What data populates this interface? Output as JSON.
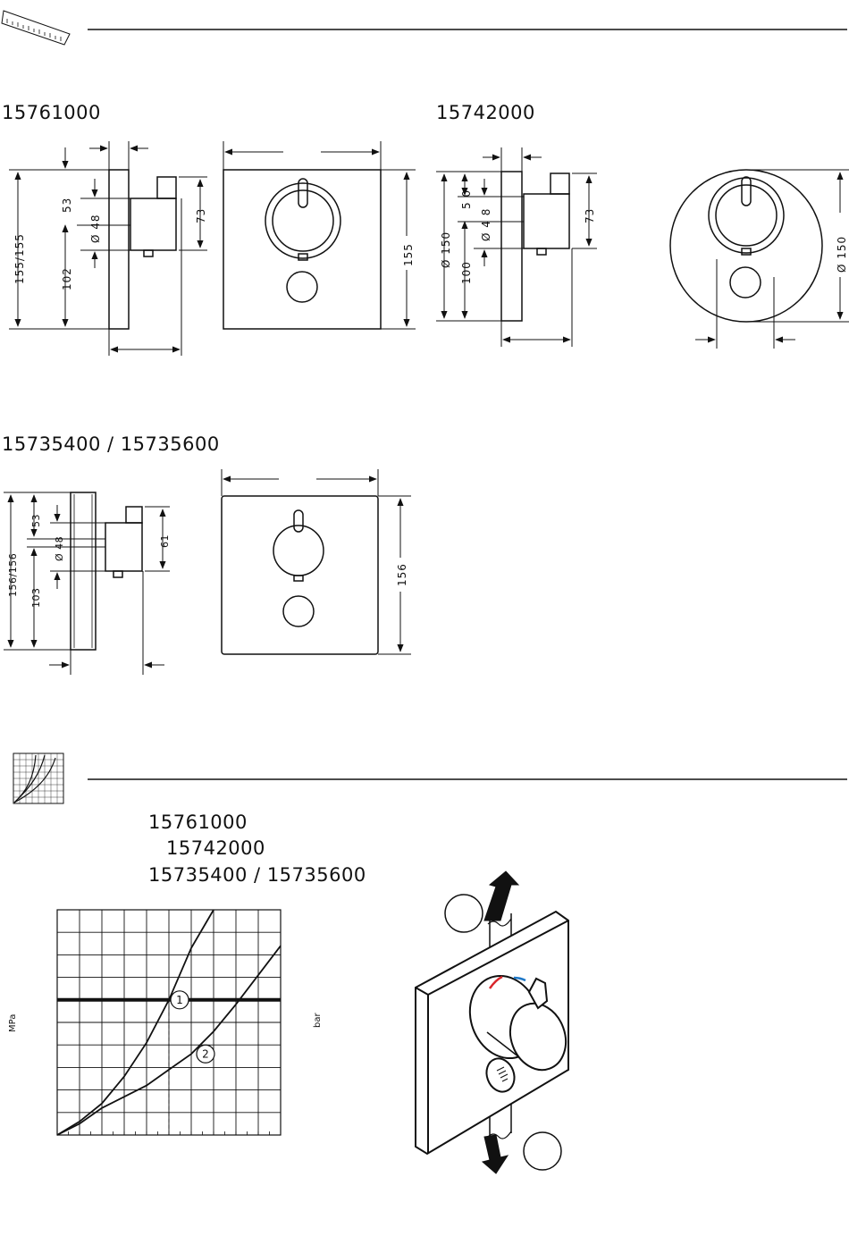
{
  "sections": {
    "dimensions_icon": "ruler-icon",
    "flow_icon": "flow-chart-icon"
  },
  "models": {
    "a": "15761000",
    "b": "15742000",
    "c": "15735400 / 15735600"
  },
  "dims_a": {
    "d53": "53",
    "d48": "Ø 48",
    "d102": "102",
    "d155155": "155/155",
    "d73": "73",
    "d155": "155"
  },
  "dims_b": {
    "d150a": "Ø 150",
    "d100": "100",
    "d50": "5 0",
    "d48": "Ø 4 8",
    "d73": "73",
    "d150b": "Ø 150"
  },
  "dims_c": {
    "d53": "53",
    "d48": "Ø 48",
    "d103": "103",
    "d156156": "156/156",
    "d61": "61",
    "d156": "156"
  },
  "flow": {
    "models": [
      "15761000",
      "15742000",
      "15735400 / 15735600"
    ],
    "ylabel_left": "MPa",
    "ylabel_right": "bar",
    "curve1_label": "1",
    "curve2_label": "2"
  },
  "chart_data": {
    "type": "line",
    "title": "",
    "xlabel": "",
    "ylabel": "MPa",
    "ylabel_right": "bar",
    "series": [
      {
        "name": "1",
        "x": [
          0,
          1,
          2,
          3,
          4,
          5,
          6,
          7
        ],
        "y": [
          0,
          0.6,
          1.4,
          2.6,
          4.1,
          6.0,
          8.3,
          10.0
        ]
      },
      {
        "name": "2",
        "x": [
          0,
          1,
          2,
          3,
          4,
          5,
          6,
          7,
          8,
          9,
          10
        ],
        "y": [
          0,
          0.5,
          1.2,
          1.7,
          2.2,
          2.9,
          3.6,
          4.6,
          5.8,
          7.1,
          8.4
        ]
      }
    ],
    "reference_line_y": 6.0,
    "xlim": [
      0,
      10
    ],
    "ylim": [
      0,
      10
    ],
    "grid": true
  },
  "colors": {
    "hot": "#d9262b",
    "cold": "#1e78c8",
    "line": "#111111"
  }
}
